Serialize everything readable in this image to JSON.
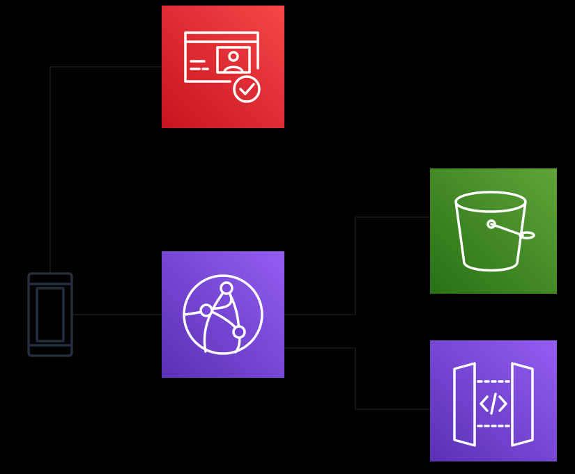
{
  "diagram": {
    "background": "#000000",
    "nodes": [
      {
        "id": "cognito",
        "icon": "identity-verification-icon",
        "color_top": "#F54749",
        "color_bottom": "#C7131F"
      },
      {
        "id": "cloudfront",
        "icon": "cloudfront-globe-icon",
        "color_top": "#945DF2",
        "color_bottom": "#5A30B5"
      },
      {
        "id": "s3",
        "icon": "s3-bucket-icon",
        "color_top": "#60A337",
        "color_bottom": "#277116"
      },
      {
        "id": "api-gateway",
        "icon": "api-gateway-icon",
        "color_top": "#945DF2",
        "color_bottom": "#5A30B5"
      },
      {
        "id": "client",
        "icon": "mobile-device-icon",
        "color": "#232F3E"
      }
    ],
    "edges": [
      {
        "from": "client",
        "to": "cognito"
      },
      {
        "from": "client",
        "to": "cloudfront"
      },
      {
        "from": "cloudfront",
        "to": "s3"
      },
      {
        "from": "cloudfront",
        "to": "api-gateway"
      }
    ]
  }
}
